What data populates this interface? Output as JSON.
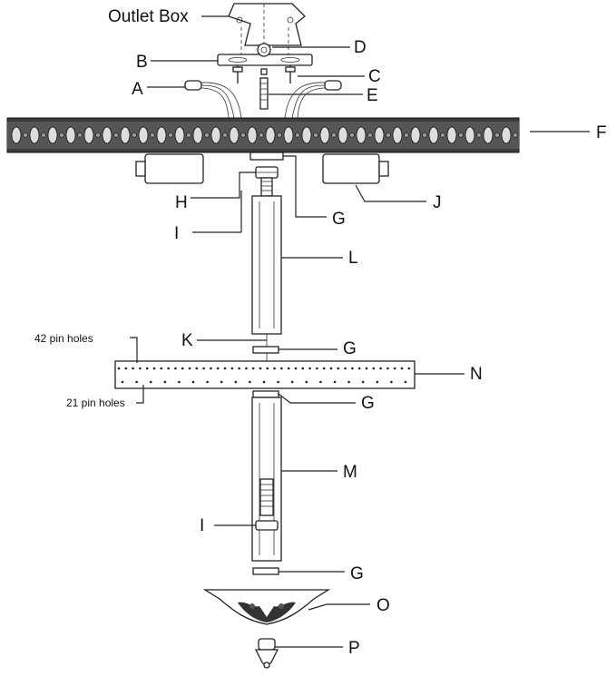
{
  "labels": {
    "outlet_box": "Outlet Box",
    "A": "A",
    "B": "B",
    "C": "C",
    "D": "D",
    "E": "E",
    "F": "F",
    "G1": "G",
    "G2": "G",
    "G3": "G",
    "G4": "G",
    "H": "H",
    "I1": "I",
    "I2": "I",
    "J": "J",
    "K": "K",
    "L": "L",
    "M": "M",
    "N": "N",
    "O": "O",
    "P": "P",
    "pin_holes_42": "42 pin holes",
    "pin_holes_21": "21 pin holes"
  }
}
